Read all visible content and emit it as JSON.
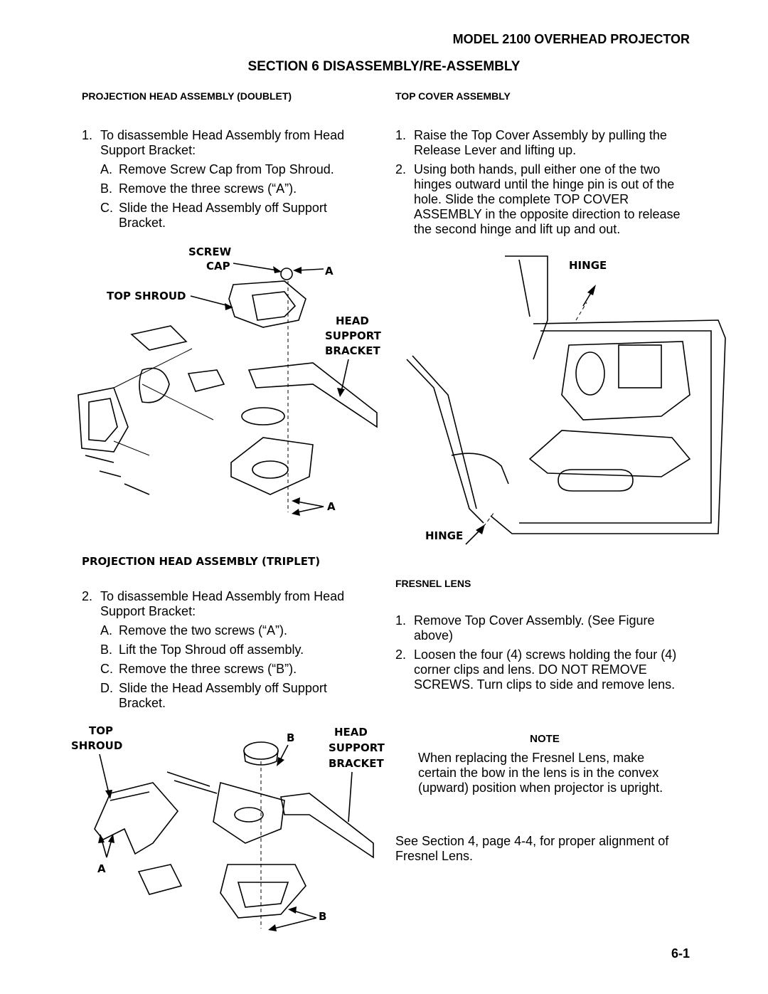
{
  "header": {
    "model": "MODEL 2100 OVERHEAD PROJECTOR",
    "section": "SECTION 6  DISASSEMBLY/RE-ASSEMBLY"
  },
  "left": {
    "doublet_heading": "PROJECTION HEAD ASSEMBLY (DOUBLET)",
    "step1": {
      "num": "1.",
      "text": "To disassemble Head Assembly from Head Support  Bracket:",
      "substeps": [
        {
          "num": "A.",
          "text": "Remove Screw Cap from Top Shroud."
        },
        {
          "num": "B.",
          "text": "Remove the three screws (“A”)."
        },
        {
          "num": "C.",
          "text": "Slide the Head Assembly off Support Bracket."
        }
      ]
    },
    "figure1": {
      "label_screw": "SCREW",
      "label_cap": "CAP",
      "label_a1": "A",
      "label_top_shroud": "TOP SHROUD",
      "label_head": "HEAD",
      "label_support": "SUPPORT",
      "label_bracket": "BRACKET",
      "label_a2": "A"
    },
    "triplet_heading": "PROJECTION HEAD ASSEMBLY (TRIPLET)",
    "step2": {
      "num": "2.",
      "text": "To disassemble Head Assembly from Head Support Bracket:",
      "substeps": [
        {
          "num": "A.",
          "text": "Remove the two screws (“A”)."
        },
        {
          "num": "B.",
          "text": "Lift the Top Shroud off assembly."
        },
        {
          "num": "C.",
          "text": "Remove the three screws (“B”)."
        },
        {
          "num": "D.",
          "text": "Slide the Head Assembly off Support Bracket."
        }
      ]
    },
    "figure2": {
      "label_top": "TOP",
      "label_shroud": "SHROUD",
      "label_b1": "B",
      "label_head": "HEAD",
      "label_support": "SUPPORT",
      "label_bracket": "BRACKET",
      "label_a": "A",
      "label_b2": "B"
    }
  },
  "right": {
    "top_cover_heading": "TOP COVER ASSEMBLY",
    "steps": [
      {
        "num": "1.",
        "text": "Raise the Top Cover Assembly by pulling the Release Lever and lifting up."
      },
      {
        "num": "2.",
        "text": "Using both hands, pull either one of the two hinges outward until the hinge pin is out of the hole. Slide the complete TOP COVER ASSEMBLY in the opposite direction to release the second hinge and lift up and out."
      }
    ],
    "figure3": {
      "label_hinge_top": "HINGE",
      "label_hinge_bottom": "HINGE"
    },
    "fresnel_heading": "FRESNEL LENS",
    "fresnel_steps": [
      {
        "num": "1.",
        "text": "Remove Top Cover Assembly. (See Figure above)"
      },
      {
        "num": "2.",
        "text": "Loosen the four (4) screws holding the four (4) corner clips and lens. DO NOT REMOVE SCREWS. Turn clips to side and remove lens."
      }
    ],
    "note_title": "NOTE",
    "note_text": "When replacing the Fresnel Lens, make certain the bow in the lens is in the convex (upward) position when projector is upright.",
    "see_section": "See Section 4, page 4-4, for proper alignment of Fresnel Lens."
  },
  "footer": {
    "page_number": "6-1"
  }
}
